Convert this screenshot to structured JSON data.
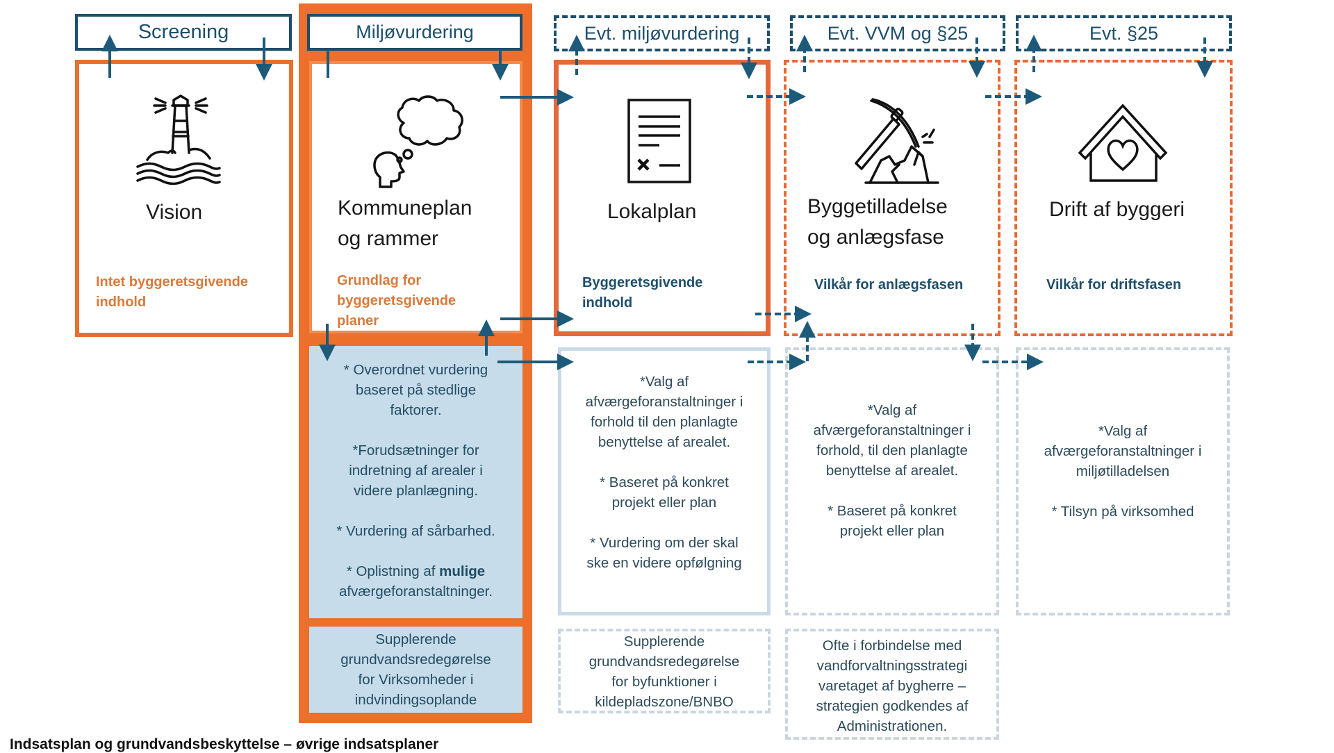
{
  "caption": "Indsatsplan og grundvandsbeskyttelse – øvrige indsatsplaner",
  "colors": {
    "orange": "#e8702e",
    "orange_text": "#d97a3a",
    "navy": "#1d4e6b",
    "light_blue_fill": "#c6dcea",
    "light_blue_border": "#c9dbe7"
  },
  "columns": [
    {
      "header": "Screening",
      "header_style": "solid",
      "icon": "lighthouse-icon",
      "title": [
        "Vision"
      ],
      "subtitle": [
        "Intet byggeretsgivende",
        "indhold"
      ],
      "subtitle_color": "orange",
      "box_style": "orange-solid"
    },
    {
      "header": "Miljøvurdering",
      "header_style": "solid",
      "icon": "thinking-head-icon",
      "title": [
        "Kommuneplan",
        "og rammer"
      ],
      "subtitle": [
        "Grundlag for",
        "byggeretsgivende",
        "planer"
      ],
      "subtitle_color": "orange",
      "box_style": "orange-solid-thick",
      "details": [
        [
          "* Overordnet vurdering",
          "baseret på stedlige",
          "faktorer."
        ],
        [
          "*Forudsætninger for",
          "indretning af arealer i",
          "videre planlægning."
        ],
        [
          "* Vurdering af sårbarhed."
        ],
        [
          "* Oplistning af ",
          "mulige",
          "afværgeforanstaltninger."
        ]
      ],
      "supplement": [
        "Supplerende",
        "grundvandsredegørelse",
        "for Virksomheder i",
        "indvindingsoplande"
      ]
    },
    {
      "header": "Evt. miljøvurdering",
      "header_style": "dashed",
      "icon": "document-icon",
      "title": [
        "Lokalplan"
      ],
      "subtitle": [
        "Byggeretsgivende",
        "indhold"
      ],
      "subtitle_color": "blue",
      "box_style": "orange-solid",
      "details": [
        [
          "*Valg af",
          "afværgeforanstaltninger i",
          "forhold til den planlagte",
          "benyttelse af arealet."
        ],
        [
          "* Baseret på konkret",
          "projekt eller plan"
        ],
        [
          "* Vurdering om der skal",
          "ske en videre opfølgning"
        ]
      ],
      "supplement": [
        "Supplerende",
        "grundvandsredegørelse",
        "for byfunktioner i",
        "kildepladszone/BNBO"
      ]
    },
    {
      "header": "Evt. VVM og §25",
      "header_style": "dashed",
      "icon": "pickaxe-icon",
      "title": [
        "Byggetilladelse",
        "og anlægsfase"
      ],
      "subtitle": [
        "Vilkår for anlægsfasen"
      ],
      "subtitle_color": "blue",
      "box_style": "orange-dashed",
      "details": [
        [
          "*Valg af",
          "afværgeforanstaltninger i",
          "forhold, til den planlagte",
          "benyttelse af arealet."
        ],
        [
          "* Baseret på konkret",
          "projekt eller plan"
        ]
      ],
      "supplement": [
        "Ofte i forbindelse med",
        "vandforvaltningsstrategi",
        "varetaget af bygherre –",
        "strategien godkendes af",
        "Administrationen."
      ]
    },
    {
      "header": "Evt. §25",
      "header_style": "dashed",
      "icon": "house-heart-icon",
      "title": [
        "Drift af byggeri"
      ],
      "subtitle": [
        "Vilkår for driftsfasen"
      ],
      "subtitle_color": "blue",
      "box_style": "orange-dashed",
      "details": [
        [
          "*Valg af",
          "afværgeforanstaltninger i",
          "miljøtilladelsen"
        ],
        [
          "* Tilsyn på virksomhed"
        ]
      ]
    }
  ]
}
